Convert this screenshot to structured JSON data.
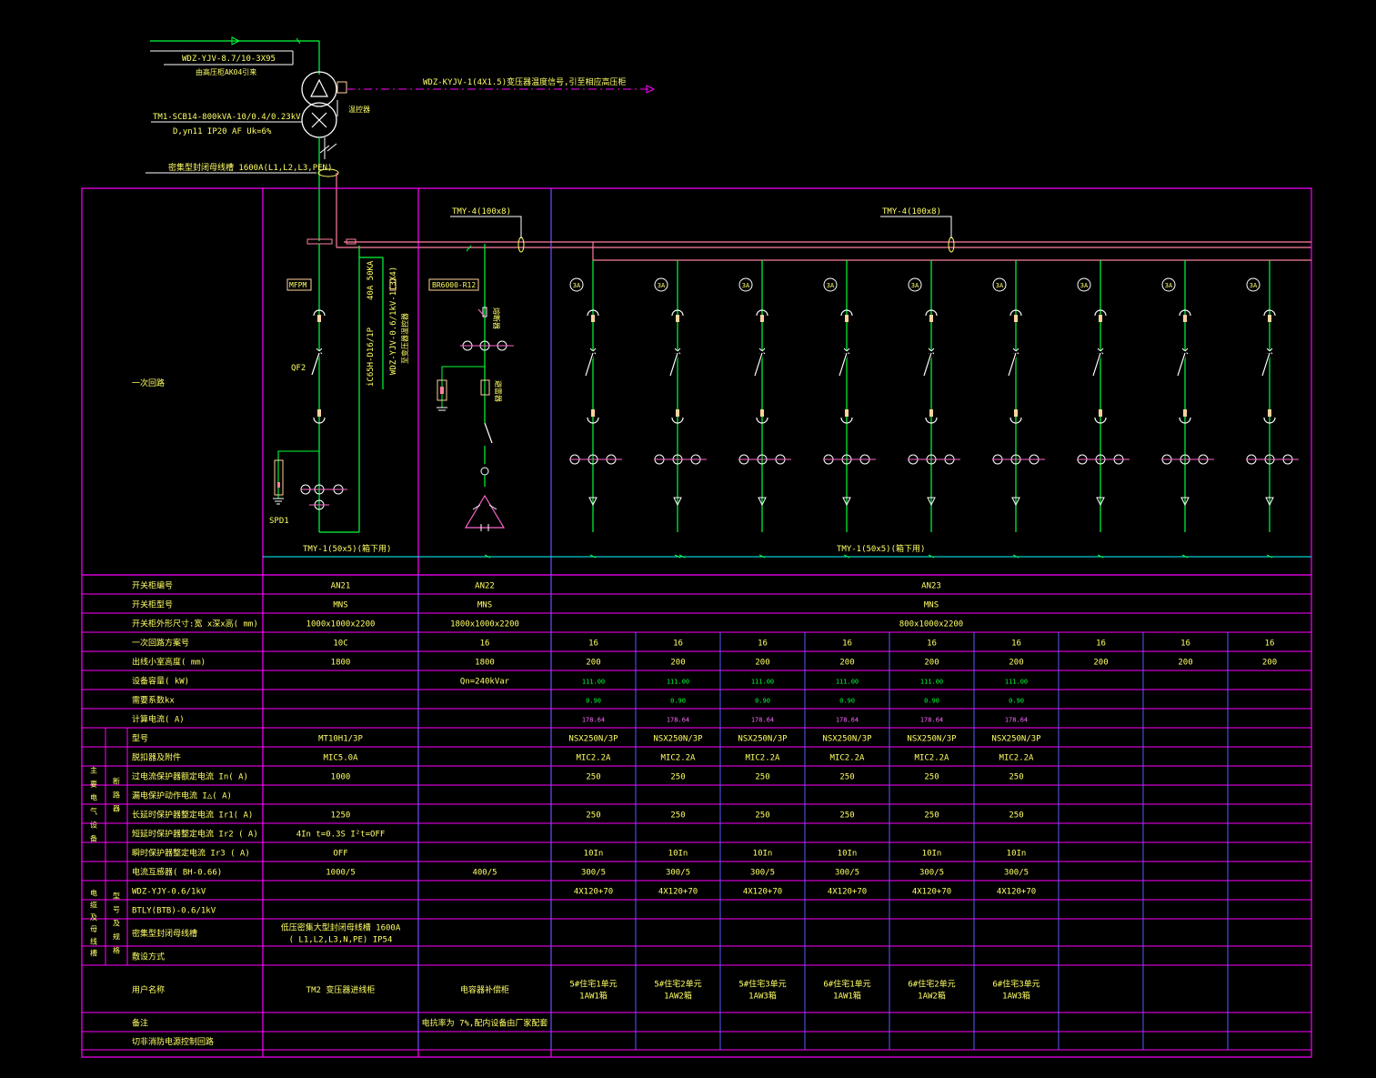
{
  "colors": {
    "background": "#000000",
    "frame": "#ff00ff",
    "grid": "#5a5aff",
    "text": "#ffff66",
    "wire": "#00ff3c",
    "bus": "#ff7f9e",
    "cyan": "#00ffff",
    "device": "#ff66cc",
    "element": "#ffffff",
    "tan": "#ffd29e",
    "magenta": "#ff00ff"
  },
  "top": {
    "incoming_cable": "WDZ-YJV-8.7/10-3X95",
    "incoming_source": "由高压柜AK04引来",
    "transformer_model": "TM1-SCB14-800kVA-10/0.4/0.23kV",
    "transformer_params": "D,yn11  IP20  AF  Uk=6%",
    "busway_note": "密集型封闭母线槽 1600A(L1,L2,L3,PEN)",
    "control_cable": "WDZ-KYJV-1(4X1.5)变压器温度信号,引至相应高压柜",
    "thermostat_label": "温控器"
  },
  "busbars": {
    "main_left": "TMY-4(100x8)",
    "main_right": "TMY-4(100x8)",
    "pe_left": "TMY-1(50x5)(箱下用)",
    "pe_right": "TMY-1(50x5)(箱下用)"
  },
  "panel1": {
    "device_tag": "MFPM",
    "breaker_label": "QF2",
    "spd_label": "SPD1",
    "aux_breaker": "iC65H-D16/1P",
    "aux_rating": "40A 50KA",
    "aux_cable": "WDZ-YJV-0.6/1kV-1(3X4)",
    "aux_cable_note": "至变压器温控器"
  },
  "panel2": {
    "controller_tag": "BR6000-R12",
    "fuse_label": "熔断器",
    "arrester_label": "避雷器"
  },
  "feeder_tag": "3A",
  "primary_circuit_label": "一次回路",
  "table": {
    "rows": [
      {
        "label": "开关柜编号",
        "cells": [
          "AN21",
          "AN22",
          "AN23"
        ],
        "span": "wide"
      },
      {
        "label": "开关柜型号",
        "cells": [
          "MNS",
          "MNS",
          "MNS"
        ],
        "span": "wide"
      },
      {
        "label": "开关柜外形尺寸:宽    x深x高(  mm)",
        "cells": [
          "1000x1000x2200",
          "1800x1000x2200",
          "800x1000x2200"
        ],
        "span": "wide"
      },
      {
        "label": "一次回路方案号",
        "cells": [
          "10C",
          "16",
          "16",
          "16",
          "16",
          "16",
          "16",
          "16",
          "16",
          "16",
          "16"
        ]
      },
      {
        "label": "出线小室高度(     mm)",
        "cells": [
          "1800",
          "1800",
          "200",
          "200",
          "200",
          "200",
          "200",
          "200",
          "200",
          "200",
          "200"
        ]
      },
      {
        "label": "设备容量(   kW)",
        "cells": [
          "",
          "Qn=240kVar",
          "111.00",
          "111.00",
          "111.00",
          "111.00",
          "111.00",
          "111.00",
          "",
          "",
          ""
        ],
        "small": true
      },
      {
        "label": "需要系数kx",
        "cells": [
          "",
          "",
          "0.90",
          "0.90",
          "0.90",
          "0.90",
          "0.90",
          "0.90",
          "",
          "",
          ""
        ],
        "small": true
      },
      {
        "label": "计算电流(   A)",
        "cells": [
          "",
          "",
          "178.64",
          "178.64",
          "178.64",
          "178.64",
          "178.64",
          "178.64",
          "",
          "",
          ""
        ],
        "small": true,
        "magenta": true
      },
      {
        "label": "型号",
        "cells": [
          "MT10H1/3P",
          "",
          "NSX250N/3P",
          "NSX250N/3P",
          "NSX250N/3P",
          "NSX250N/3P",
          "NSX250N/3P",
          "NSX250N/3P",
          "",
          "",
          ""
        ]
      },
      {
        "label": "脱扣器及附件",
        "cells": [
          "MIC5.0A",
          "",
          "MIC2.2A",
          "MIC2.2A",
          "MIC2.2A",
          "MIC2.2A",
          "MIC2.2A",
          "MIC2.2A",
          "",
          "",
          ""
        ]
      },
      {
        "label": "过电流保护器额定电流        In( A)",
        "cells": [
          "1000",
          "",
          "250",
          "250",
          "250",
          "250",
          "250",
          "250",
          "",
          "",
          ""
        ]
      },
      {
        "label": "漏电保护动作电流       I△( A)",
        "cells": [
          "",
          "",
          "",
          "",
          "",
          "",
          "",
          "",
          "",
          "",
          ""
        ]
      },
      {
        "label": "长延时保护器整定电流       Ir1( A)",
        "cells": [
          "1250",
          "",
          "250",
          "250",
          "250",
          "250",
          "250",
          "250",
          "",
          "",
          ""
        ]
      },
      {
        "label": "短延时保护器整定电流       Ir2 ( A)",
        "cells": [
          "4In  t=0.3S  I²t=OFF",
          "",
          "",
          "",
          "",
          "",
          "",
          "",
          "",
          "",
          ""
        ]
      },
      {
        "label": "瞬时保护器整定电流       Ir3 ( A)",
        "cells": [
          "OFF",
          "",
          "10In",
          "10In",
          "10In",
          "10In",
          "10In",
          "10In",
          "",
          "",
          ""
        ]
      },
      {
        "label": "电流互感器(     BH-0.66)",
        "cells": [
          "1000/5",
          "400/5",
          "300/5",
          "300/5",
          "300/5",
          "300/5",
          "300/5",
          "300/5",
          "",
          "",
          ""
        ]
      },
      {
        "label": "WDZ-YJY-0.6/1kV",
        "cells": [
          "",
          "",
          "4X120+70",
          "4X120+70",
          "4X120+70",
          "4X120+70",
          "4X120+70",
          "4X120+70",
          "",
          "",
          ""
        ]
      },
      {
        "label": "BTLY(BTB)-0.6/1kV",
        "cells": [
          "",
          "",
          "",
          "",
          "",
          "",
          "",
          "",
          "",
          "",
          ""
        ]
      },
      {
        "label": "密集型封闭母线槽",
        "cells": [
          "低压密集大型封闭母线槽       1600A|( L1,L2,L3,N,PE)  IP54",
          "",
          "",
          "",
          "",
          "",
          "",
          "",
          "",
          "",
          ""
        ]
      },
      {
        "label": "敷设方式",
        "cells": [
          "",
          "",
          "",
          "",
          "",
          "",
          "",
          "",
          "",
          "",
          ""
        ]
      },
      {
        "label": "用户名称",
        "cells": [
          "TM2   变压器进线柜",
          "电容器补偿柜",
          "5#住宅1单元|1AW1箱",
          "5#住宅2单元|1AW2箱",
          "5#住宅3单元|1AW3箱",
          "6#住宅1单元|1AW1箱",
          "6#住宅2单元|1AW2箱",
          "6#住宅3单元|1AW3箱",
          "",
          "",
          ""
        ]
      },
      {
        "label": "备注",
        "cells": [
          "",
          "电抗率为 7%,配内设备由厂家配套",
          "",
          "",
          "",
          "",
          "",
          "",
          "",
          "",
          ""
        ]
      },
      {
        "label": "切非消防电源控制回路",
        "cells": [
          "",
          "",
          "",
          "",
          "",
          "",
          "",
          "",
          "",
          "",
          ""
        ]
      }
    ],
    "group_main_equipment": "主要电气设备",
    "group_breaker": "断路器",
    "group_cable": "电缆及母线槽",
    "group_cable_spec": "型号及规格"
  }
}
